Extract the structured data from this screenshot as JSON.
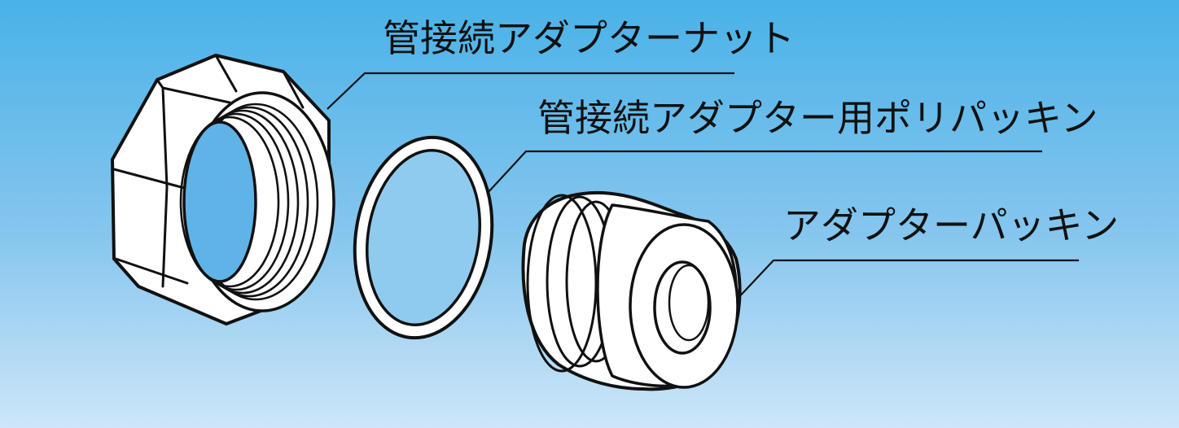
{
  "diagram": {
    "labels": {
      "nut": "管接続アダプターナット",
      "poly_packing": "管接続アダプター用ポリパッキン",
      "adapter_packing": "アダプターパッキン"
    },
    "colors": {
      "background_top": "#49b2e8",
      "background_bottom": "#cde6f8",
      "part_fill": "#ffffff",
      "line": "#111111",
      "nut_inner": "#5fb3e6"
    }
  }
}
